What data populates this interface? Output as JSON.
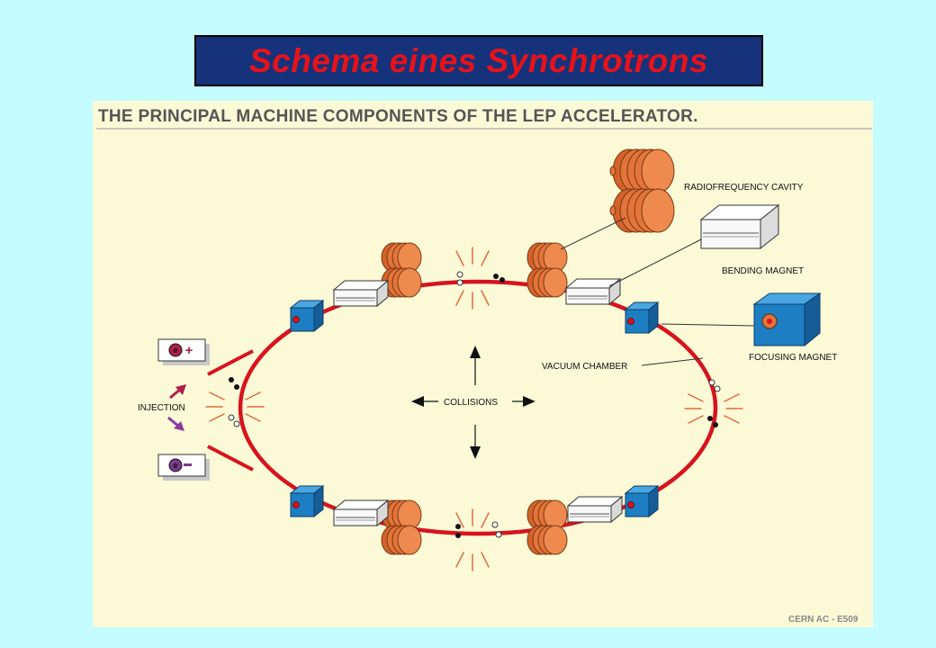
{
  "slide": {
    "title": "Schema eines Synchrotrons"
  },
  "figure": {
    "heading": "THE PRINCIPAL MACHINE COMPONENTS OF THE LEP ACCELERATOR.",
    "labels": {
      "rf_cavity": "RADIOFREQUENCY CAVITY",
      "bending_magnet": "BENDING MAGNET",
      "focusing_magnet": "FOCUSING MAGNET",
      "vacuum_chamber": "VACUUM CHAMBER",
      "collisions": "COLLISIONS",
      "injection": "INJECTION",
      "positron": "e+",
      "electron": "e-"
    },
    "credit": "CERN AC - E509",
    "colors": {
      "background": "#c4fcff",
      "title_bg": "#15327a",
      "title_text": "#e8121a",
      "figure_bg": "#fcf9d7",
      "beam": "#d7141e",
      "cavity": "#e3743a",
      "quadrupole": "#1d7ec4",
      "injection_arrow": "#b0204a"
    }
  }
}
